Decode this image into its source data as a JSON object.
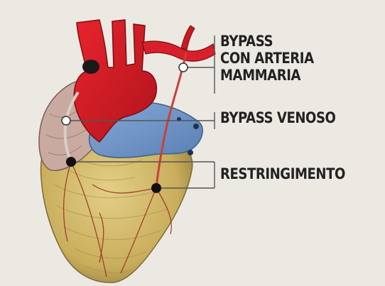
{
  "labels": {
    "mammaria_line1": "BYPASS",
    "mammaria_line2": "CON ARTERIA",
    "mammaria_line3": "MAMMARIA",
    "venoso": "BYPASS VENOSO",
    "restringimento": "RESTRINGIMENTO"
  },
  "colors": {
    "background": "#ece9e3",
    "aorta": "#d8202a",
    "vein": "#6f97c8",
    "muscle": "#d9c276",
    "leader_line": "#555555",
    "marker_open": "#ffffff",
    "marker_solid": "#111111"
  }
}
